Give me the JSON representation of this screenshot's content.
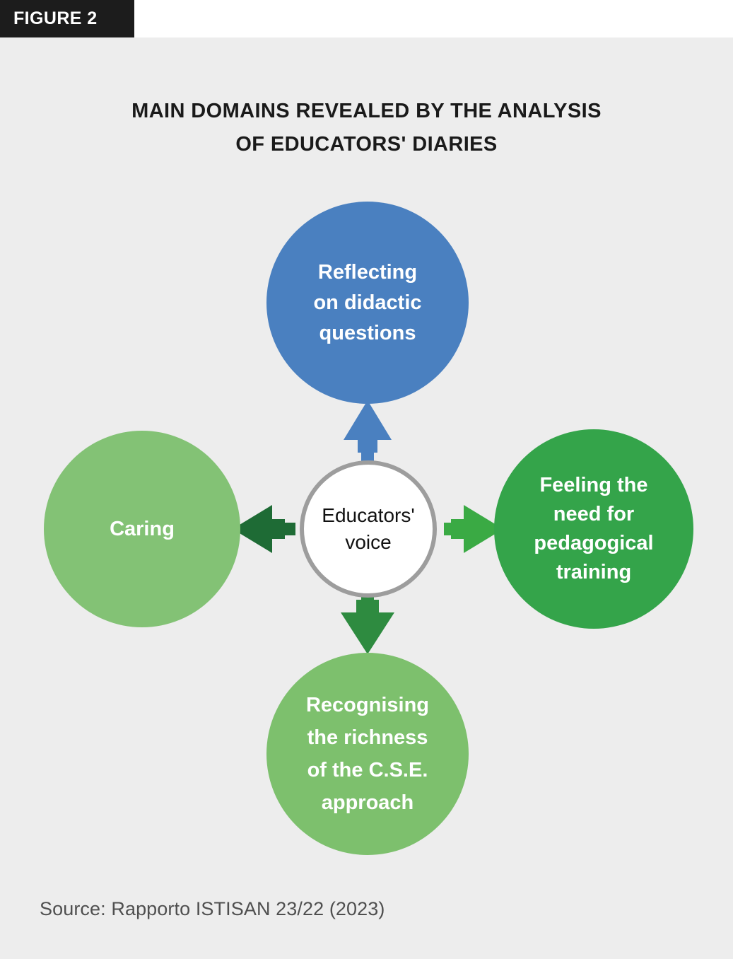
{
  "header": {
    "figure_badge": "FIGURE 2",
    "badge_bg": "#1c1c1c",
    "badge_text_color": "#ffffff"
  },
  "title": {
    "line1": "MAIN DOMAINS REVEALED BY THE ANALYSIS",
    "line2": "OF EDUCATORS' DIARIES",
    "color": "#1a1a1a"
  },
  "diagram": {
    "type": "radial-hub-and-spoke",
    "background": "#ededed",
    "center": {
      "label": "Educators'\nvoice",
      "fill": "#ffffff",
      "border": "#9d9d9d",
      "text_color": "#111111"
    },
    "nodes": [
      {
        "id": "reflecting",
        "label": "Reflecting\non didactic\nquestions",
        "position": "top",
        "fill": "#4a80c0",
        "text_color": "#ffffff",
        "arrow_color": "#4a80c0"
      },
      {
        "id": "training",
        "label": "Feeling the\nneed for\npedagogical\ntraining",
        "position": "right",
        "fill": "#34a44a",
        "text_color": "#ffffff",
        "arrow_color": "#3aaa44"
      },
      {
        "id": "approach",
        "label": "Recognising\nthe richness\nof the C.S.E.\napproach",
        "position": "bottom",
        "fill": "#7dc06d",
        "text_color": "#ffffff",
        "arrow_color": "#2e8b40"
      },
      {
        "id": "caring",
        "label": "Caring",
        "position": "left",
        "fill": "#83c275",
        "text_color": "#ffffff",
        "arrow_color": "#1e6b35"
      }
    ]
  },
  "source": {
    "text": "Source: Rapporto ISTISAN 23/22 (2023)",
    "color": "#4f4f4f"
  }
}
